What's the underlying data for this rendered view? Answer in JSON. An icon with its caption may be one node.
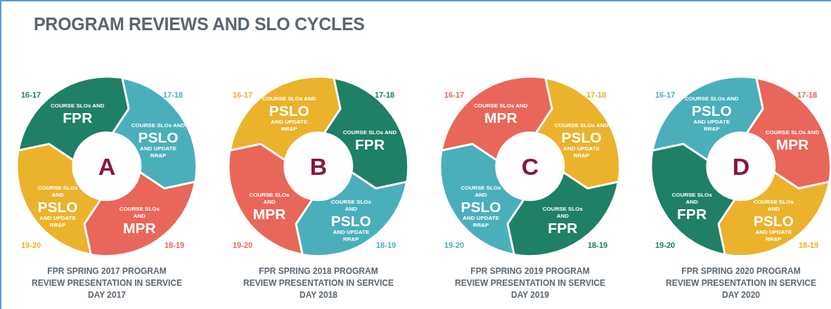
{
  "diagram": {
    "title": "PROGRAM REVIEWS AND SLO CYCLES",
    "nodes": [
      {
        "text": [
          "COURSE SLOs AND",
          "FPR"
        ],
        "beside": [
          "16-17"
        ]
      },
      {
        "text": [
          "COURSE SLOs AND",
          "PSLO",
          "AND UPDATE RR&P"
        ],
        "beside": [
          "17-18"
        ]
      },
      {
        "text": [
          "A"
        ]
      },
      {
        "text": [
          "COURSE SLOs AND",
          "PSLO",
          "AND UPDATE RR&P"
        ],
        "beside": [
          "19-20"
        ]
      },
      {
        "text": [
          "COURSE SLOs AND",
          "MPR"
        ],
        "beside": [
          "18-19"
        ]
      },
      {
        "text": [
          "COURSE SLOs AND",
          "PSLO",
          "AND UPDATE RR&P"
        ],
        "beside": [
          "16-17"
        ]
      },
      {
        "text": [
          "COURSE SLOs AND",
          "FPR"
        ],
        "beside": [
          "17-18"
        ]
      },
      {
        "text": [
          "B"
        ]
      },
      {
        "text": [
          "COURSE SLOs AND",
          "MPR"
        ],
        "beside": [
          "19-20"
        ]
      },
      {
        "text": [
          "COURSE SLOs AND",
          "PSLO",
          "AND UPDATE RR&P"
        ],
        "beside": [
          "18-19"
        ]
      },
      {
        "text": [
          "COURSE SLOs AND",
          "MPR"
        ],
        "beside": [
          "16-17"
        ]
      },
      {
        "text": [
          "COURSE SLOs AND",
          "PSLO",
          "AND UPDATE RR&P"
        ],
        "beside": [
          "17-18"
        ]
      },
      {
        "text": [
          "C"
        ]
      },
      {
        "text": [
          "COURSE SLOs AND",
          "PSLO",
          "AND UPDATE RR&P"
        ],
        "beside": [
          "19-20"
        ]
      },
      {
        "text": [
          "COURSE SLOs AND",
          "FPR"
        ],
        "beside": [
          "18-19"
        ]
      },
      {
        "text": [
          "COURSE SLOs AND",
          "PSLO",
          "AND UPDATE RR&P"
        ],
        "beside": [
          "16-17"
        ]
      },
      {
        "text": [
          "COURSE SLOs AND",
          "MPR"
        ],
        "beside": [
          "17-18"
        ]
      },
      {
        "text": [
          "D"
        ]
      },
      {
        "text": [
          "COURSE SLOs AND",
          "FPR"
        ],
        "beside": [
          "19-20"
        ]
      },
      {
        "text": [
          "COURSE SLOs AND",
          "PSLO",
          "AND UPDATE RR&P"
        ],
        "beside": [
          "18-19"
        ]
      }
    ],
    "labels": [
      "FPR SPRING 2017 PROGRAM REVIEW PRESENTATION IN SERVICE DAY 2017",
      "FPR SPRING 2018 PROGRAM REVIEW PRESENTATION IN SERVICE DAY 2018",
      "FPR SPRING 2019 PROGRAM REVIEW PRESENTATION IN SERVICE DAY 2019",
      "FPR SPRING 2020 PROGRAM REVIEW PRESENTATION IN SERVICE DAY 2020"
    ]
  }
}
